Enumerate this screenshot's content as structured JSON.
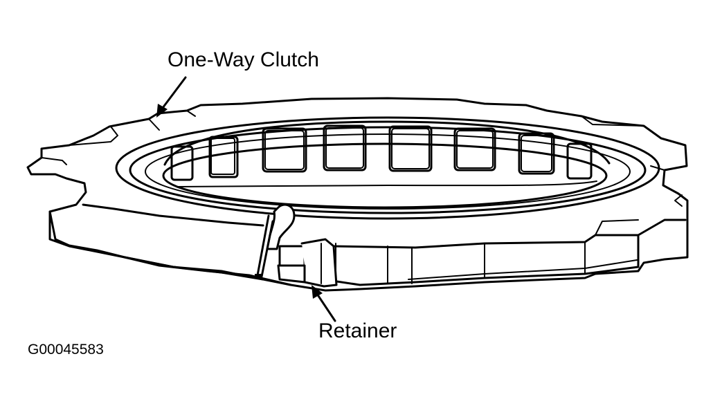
{
  "labels": {
    "one_way_clutch": "One-Way Clutch",
    "retainer": "Retainer",
    "figure_code": "G00045583"
  }
}
